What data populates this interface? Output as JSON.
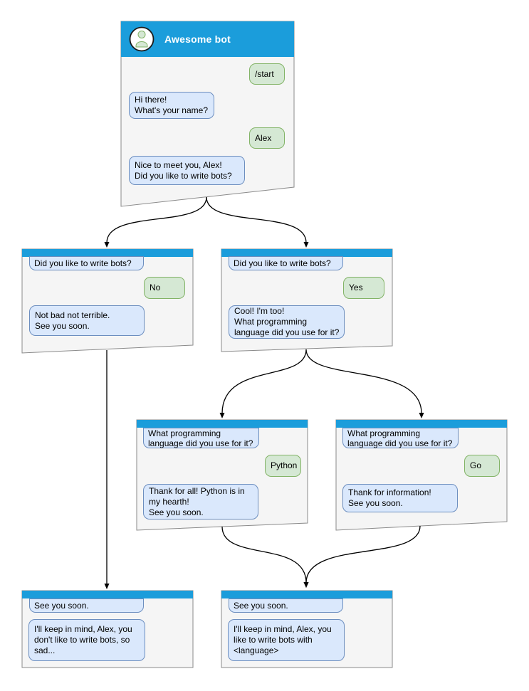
{
  "colors": {
    "header": "#1b9ddb",
    "window_fill": "#f5f5f5",
    "window_border": "#8a8a8a",
    "bot_bubble_fill": "#dae8fc",
    "bot_bubble_border": "#6c8ebf",
    "user_bubble_fill": "#d5e8d4",
    "user_bubble_border": "#82b366",
    "title_text": "#ffffff",
    "arrow": "#000000"
  },
  "windows": {
    "root": {
      "title": "Awesome bot",
      "avatar": "person-avatar-icon",
      "start": "/start",
      "greet": "Hi there!\nWhat's your name?",
      "name_answer": "Alex",
      "meet": "Nice to meet you, Alex!\nDid you like to write bots?"
    },
    "branch_no": {
      "question": "Did you like to write bots?",
      "answer": "No",
      "reply": "Not bad not terrible.\nSee you soon."
    },
    "branch_yes": {
      "question": "Did you like to write bots?",
      "answer": "Yes",
      "reply": "Cool! I'm too!\nWhat programming\nlanguage did you use for it?"
    },
    "branch_python": {
      "question": "What programming\nlanguage did you use for it?",
      "answer": "Python",
      "reply": "Thank for all! Python is in\nmy hearth!\nSee you soon."
    },
    "branch_go": {
      "question": "What programming\nlanguage did you use for it?",
      "answer": "Go",
      "reply": "Thank for information!\nSee you soon."
    },
    "end_no": {
      "question": "See you soon.",
      "reply": "I'll keep in mind, Alex, you\ndon't like to write bots, so\nsad..."
    },
    "end_yes": {
      "question": "See you soon.",
      "reply": "I'll keep in mind, Alex, you\nlike to write bots with\n<language>"
    }
  }
}
